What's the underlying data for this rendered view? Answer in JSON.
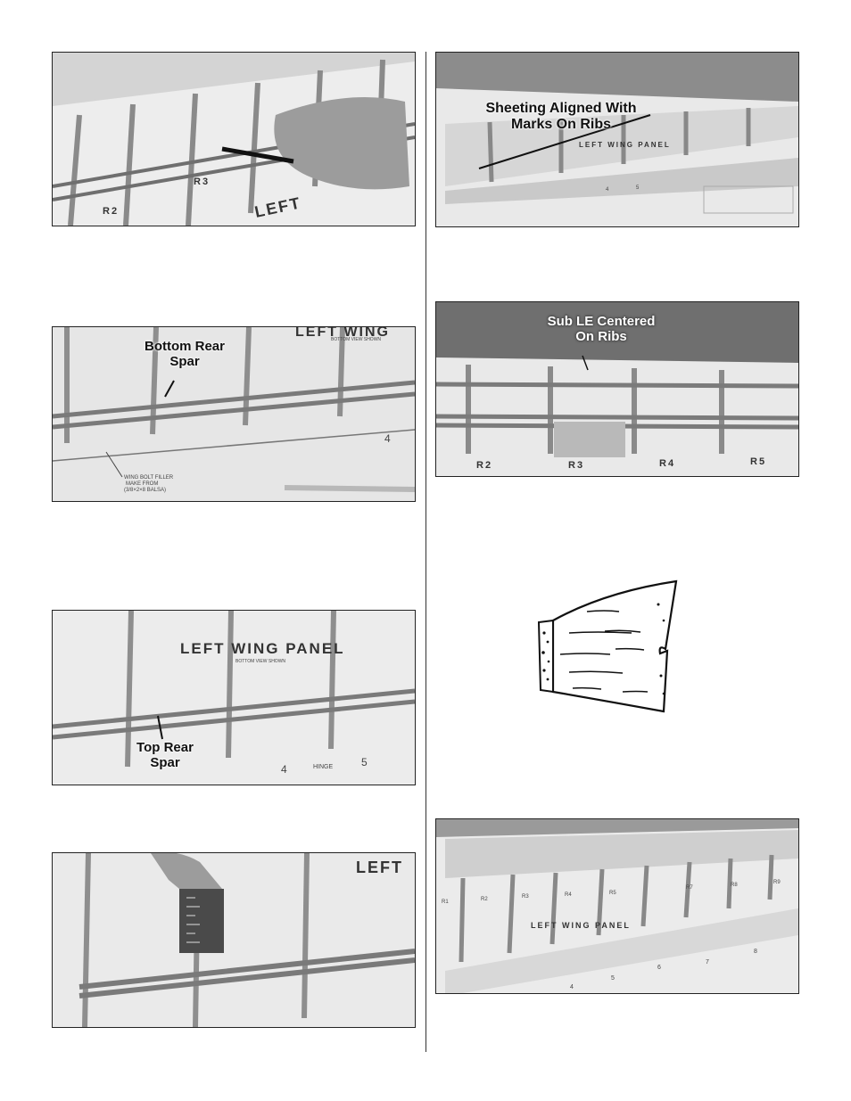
{
  "photos": {
    "p1": {
      "labels": {
        "r2": "R2",
        "r3": "R3",
        "panel": "LEFT"
      }
    },
    "p2": {
      "callout": "Bottom Rear\nSpar",
      "labels": {
        "panel": "LEFT WING",
        "sub": "BOTTOM VIEW SHOWN",
        "num4": "4",
        "filler1": "WING BOLT FILLER",
        "filler2": "MAKE FROM",
        "filler3": "(3/8×2×8 BALSA)"
      }
    },
    "p3": {
      "callout": "Top Rear\nSpar",
      "labels": {
        "panel": "LEFT WING PANEL",
        "sub": "BOTTOM VIEW SHOWN",
        "num4": "4",
        "num5": "5",
        "hinge": "HINGE"
      }
    },
    "p4": {
      "labels": {
        "panel": "LEFT"
      }
    },
    "p5": {
      "callout": "Sheeting Aligned With\nMarks On Ribs",
      "labels": {
        "panel": "LEFT WING PANEL",
        "num4": "4",
        "num5": "5"
      }
    },
    "p6": {
      "callout": "Sub LE Centered\nOn Ribs",
      "labels": {
        "r2": "R2",
        "r3": "R3",
        "r4": "R4",
        "r5": "R5"
      }
    },
    "p7": {
      "labels": {
        "panel": "LEFT WING PANEL",
        "r1": "R1",
        "r2": "R2",
        "r3": "R3",
        "r4": "R4",
        "r5": "R5",
        "r7": "R7",
        "r8": "R8",
        "r9": "R9",
        "num4": "4",
        "num5": "5",
        "num6": "6",
        "num7": "7",
        "num8": "8"
      }
    }
  }
}
